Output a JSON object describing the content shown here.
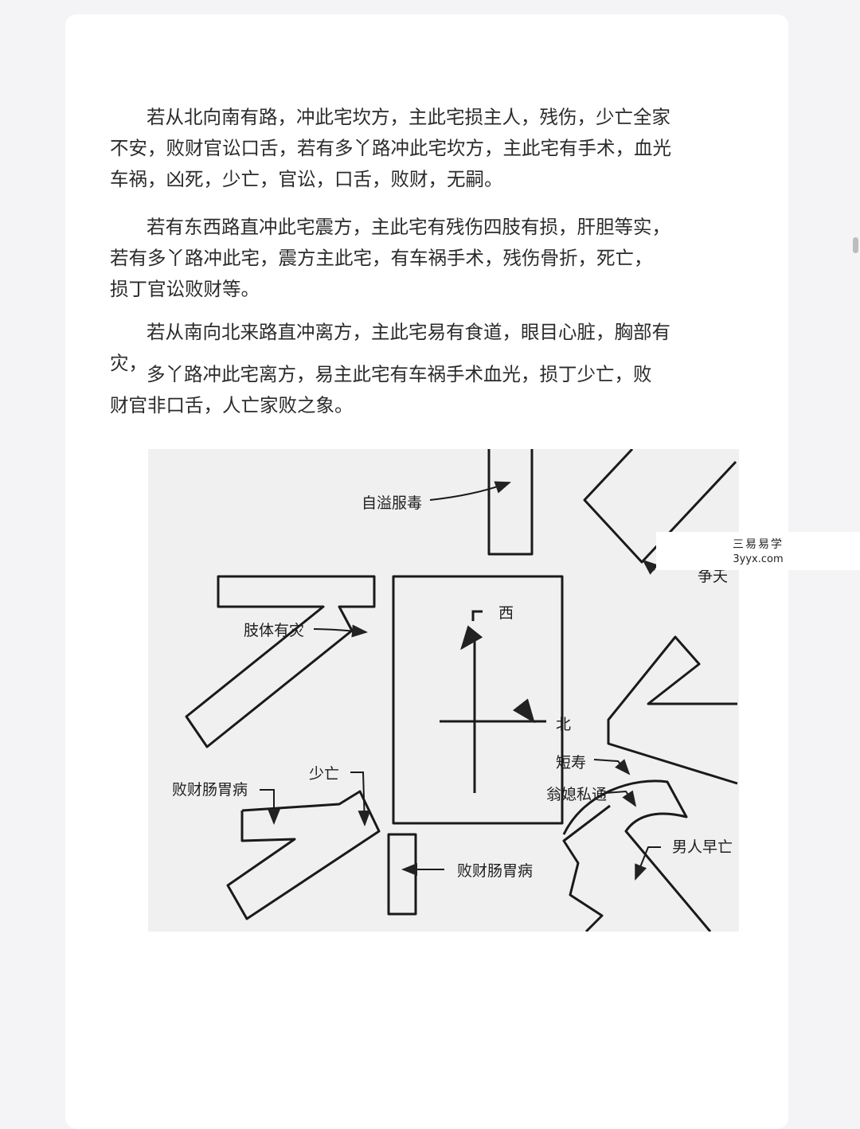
{
  "paragraphs": [
    "若从北向南有路，冲此宅坎方，主此宅损主人，残伤，少亡全家\n不安，败财官讼口舌，若有多丫路冲此宅坎方，主此宅有手术，血光\n车祸，凶死，少亡，官讼，口舌，败财，无嗣。",
    "若有东西路直冲此宅震方，主此宅有残伤四肢有损，肝胆等实，\n若有多丫路冲此宅，震方主此宅，有车祸手术，残伤骨折，死亡，\n损丁官讼败财等。",
    "若从南向北来路直冲离方，主此宅易有食道，眼目心脏，胸部有灾，",
    "多丫路冲此宅离方，易主此宅有车祸手术血光，损丁少亡，败\n财官非口舌，人亡家败之象。"
  ],
  "figure": {
    "labels": {
      "zisha": "自溢服毒",
      "zhengtian": "争夭",
      "zhiti": "肢体有灾",
      "xi": "西",
      "bei": "北",
      "duanshou": "短寿",
      "wengxi": "翁媳私通",
      "baicai1": "败财肠胃病",
      "shaowang": "少亡",
      "baicai2": "败财肠胃病",
      "nanren": "男人早亡"
    }
  },
  "watermark": {
    "line1": "三易易学",
    "line2": "3yyx.com"
  }
}
